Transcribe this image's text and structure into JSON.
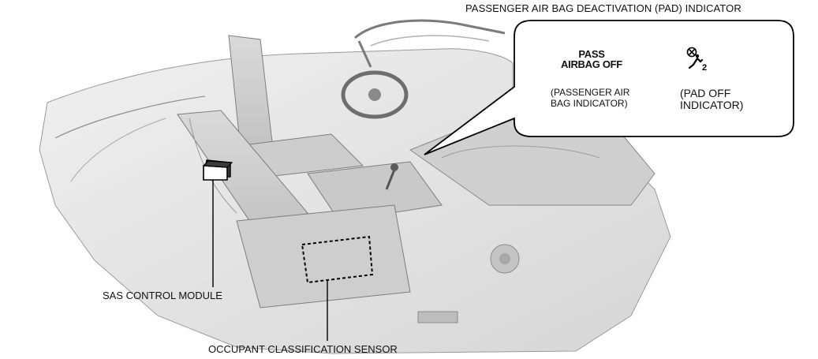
{
  "labels": {
    "pad_title": "PASSENGER AIR BAG DEACTIVATION (PAD) INDICATOR",
    "sas_module": "SAS CONTROL MODULE",
    "occupant_sensor": "OCCUPANT CLASSIFICATION SENSOR"
  },
  "callout": {
    "pass_indicator": {
      "line1": "PASS",
      "line2": "AIRBAG OFF",
      "caption_line1": "(PASSENGER AIR",
      "caption_line2": "BAG INDICATOR)"
    },
    "pad_indicator": {
      "icon": "airbag-off-seat-icon",
      "icon_digit": "2",
      "caption_line1": "(PAD OFF",
      "caption_line2": "INDICATOR)"
    }
  },
  "colors": {
    "car_body": "#e4e4e4",
    "car_shade": "#c8c8c8",
    "line": "#111111"
  }
}
